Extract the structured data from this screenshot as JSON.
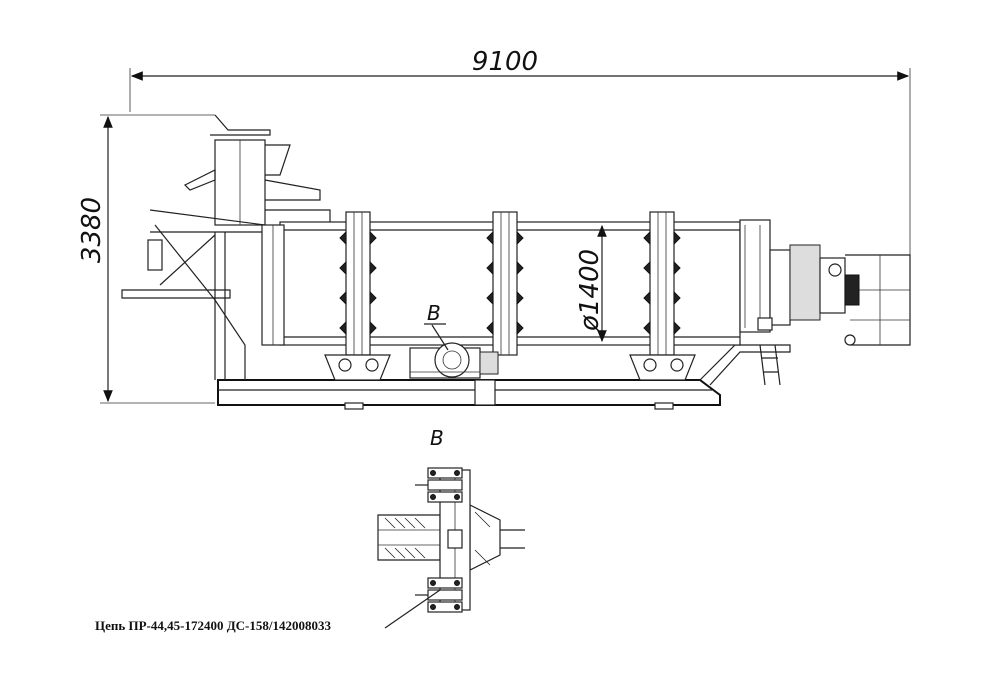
{
  "dimensions": {
    "length": "9100",
    "height": "3380",
    "diameter": "ø1400"
  },
  "callouts": {
    "view_label_main": "B",
    "view_label_detail": "B"
  },
  "caption": "Цепь ПР-44,45-172400 ДС-158/142008033"
}
